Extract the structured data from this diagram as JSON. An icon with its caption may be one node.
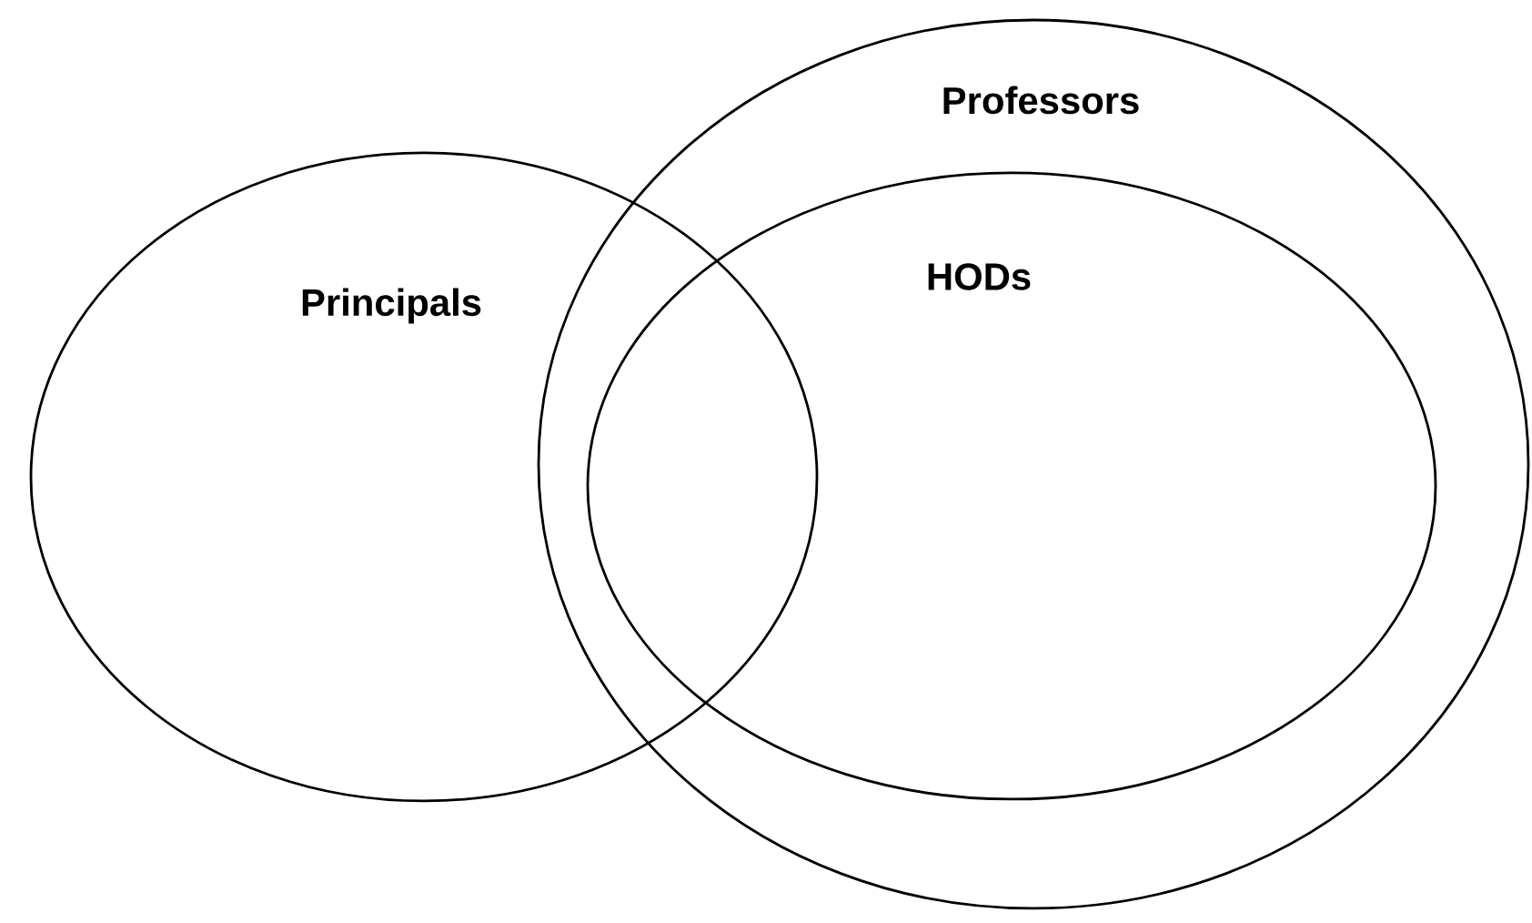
{
  "diagram": {
    "nodes": [
      {
        "text": [
          "Principals"
        ]
      },
      {
        "text": [
          "Professors"
        ]
      },
      {
        "text": [
          "HODs"
        ],
        "in": 1
      }
    ]
  }
}
